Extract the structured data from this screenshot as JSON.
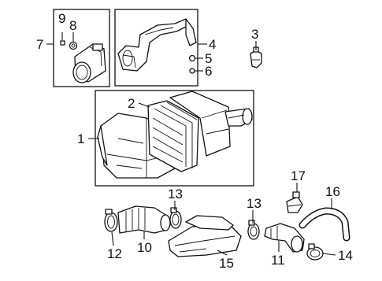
{
  "callouts": [
    {
      "id": "1",
      "text": "1"
    },
    {
      "id": "2",
      "text": "2"
    },
    {
      "id": "3",
      "text": "3"
    },
    {
      "id": "4",
      "text": "4"
    },
    {
      "id": "5",
      "text": "5"
    },
    {
      "id": "6",
      "text": "6"
    },
    {
      "id": "7",
      "text": "7"
    },
    {
      "id": "8",
      "text": "8"
    },
    {
      "id": "9",
      "text": "9"
    },
    {
      "id": "10",
      "text": "10"
    },
    {
      "id": "11",
      "text": "11"
    },
    {
      "id": "12",
      "text": "12"
    },
    {
      "id": "13a",
      "text": "13"
    },
    {
      "id": "13b",
      "text": "13"
    },
    {
      "id": "14",
      "text": "14"
    },
    {
      "id": "15",
      "text": "15"
    },
    {
      "id": "16",
      "text": "16"
    },
    {
      "id": "17",
      "text": "17"
    }
  ]
}
